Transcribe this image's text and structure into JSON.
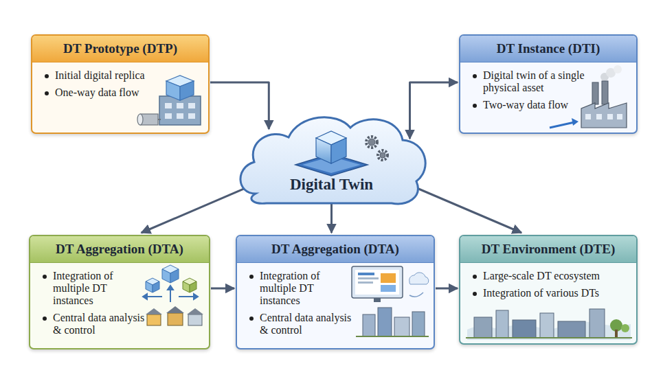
{
  "diagram": {
    "nodes": [
      {
        "text": [
          "DT Prototype (DTP)",
          "Initial digital replica",
          "One-way data flow"
        ]
      },
      {
        "text": [
          "DT Instance (DTI)",
          "Digital twin of a single physical asset",
          "Two-way data flow"
        ]
      },
      {
        "text": [
          "Digital Twin"
        ]
      },
      {
        "text": [
          "DT Aggregation (DTA)",
          "Integration of multiple DT instances",
          "Central data analysis & control"
        ]
      },
      {
        "text": [
          "DT Aggregation (DTA)",
          "Integration of multiple DT instances",
          "Central data analysis & control"
        ]
      },
      {
        "text": [
          "DT Environment (DTE)",
          "Large-scale DT ecosystem",
          "Integration of various DTs"
        ]
      }
    ],
    "edges": [
      {
        "from": 0,
        "to": 2,
        "arrow": "to"
      },
      {
        "from": 2,
        "to": 1,
        "arrow": "both"
      },
      {
        "from": 2,
        "to": 3,
        "arrow": "to"
      },
      {
        "from": 2,
        "to": 4,
        "arrow": "to"
      },
      {
        "from": 2,
        "to": 5,
        "arrow": "to"
      },
      {
        "from": 3,
        "to": 4,
        "arrow": "to"
      },
      {
        "from": 4,
        "to": 5,
        "arrow": "to"
      }
    ]
  }
}
